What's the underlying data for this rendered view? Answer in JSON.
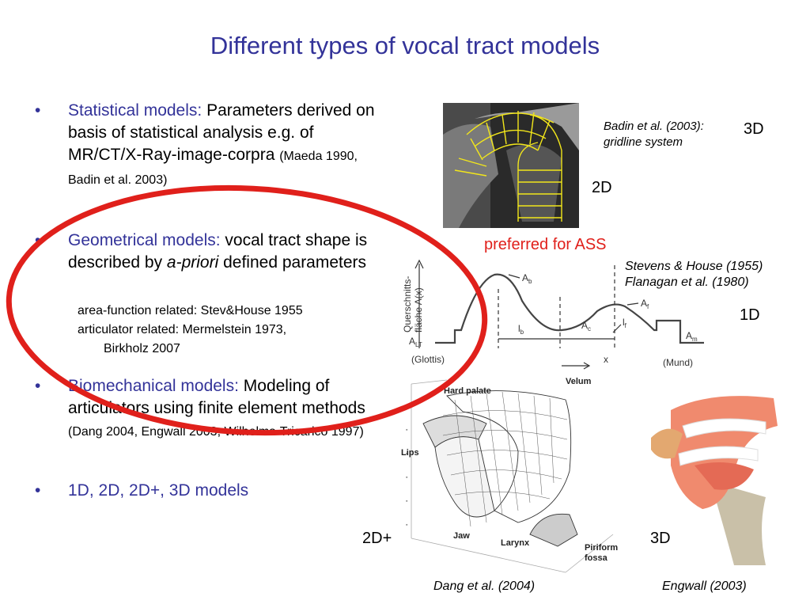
{
  "title": "Different types of vocal tract models",
  "bullets": [
    {
      "head": "Statistical models:",
      "body1": " Parameters derived on basis of statistical analysis e.g. of MR/CT/X-Ray-image-corpra ",
      "small": "(Maeda 1990, Badin et al. 2003)"
    },
    {
      "head": "Geometrical models:",
      "body1": " vocal tract shape is described by ",
      "italic": "a-priori",
      "body2": " defined parameters"
    },
    {
      "head": "Biomechanical models:",
      "body1": " Modeling of articulators using finite element methods ",
      "small": "(Dang 2004, Engwall 2003, Wilhelms-Tricarico 1997)"
    },
    {
      "head": "1D, 2D, 2D+, 3D models"
    }
  ],
  "geom_sub": [
    "area-function related: Stev&House 1955",
    "articulator related: Mermelstein 1973,",
    "Birkholz 2007"
  ],
  "bullet_char": "•",
  "captions": {
    "badin": [
      "Badin et al. (2003):",
      "gridline system"
    ],
    "badin_3d": "3D",
    "badin_2d": "2D",
    "preferred": "preferred for ASS",
    "stevens": [
      "Stevens & House (1955)",
      "Flanagan et al. (1980)"
    ],
    "label_1d": "1D",
    "label_2dplus": "2D+",
    "label_3d": "3D",
    "dang": "Dang et al. (2004)",
    "engwall": "Engwall (2003)"
  },
  "area_fn": {
    "ylabel1": "Querschnitts-",
    "ylabel2": "fläche A(x)",
    "glottis": "(Glottis)",
    "mund": "(Mund)",
    "x": "x",
    "a_lt": "A",
    "a_lt_sub": "LT",
    "a_b": "A",
    "a_b_sub": "b",
    "a_f": "A",
    "a_f_sub": "f",
    "a_c": "A",
    "a_c_sub": "c",
    "a_m": "A",
    "a_m_sub": "m",
    "l_b": "l",
    "l_b_sub": "b",
    "l_f": "l",
    "l_f_sub": "f"
  },
  "fem_labels": {
    "hard_palate": "Hard palate",
    "velum": "Velum",
    "lips": "Lips",
    "jaw": "Jaw",
    "larynx": "Larynx",
    "piriform": "Piriform",
    "fossa": "fossa"
  },
  "colors": {
    "title_blue": "#333399",
    "accent_red": "#e0201b"
  }
}
